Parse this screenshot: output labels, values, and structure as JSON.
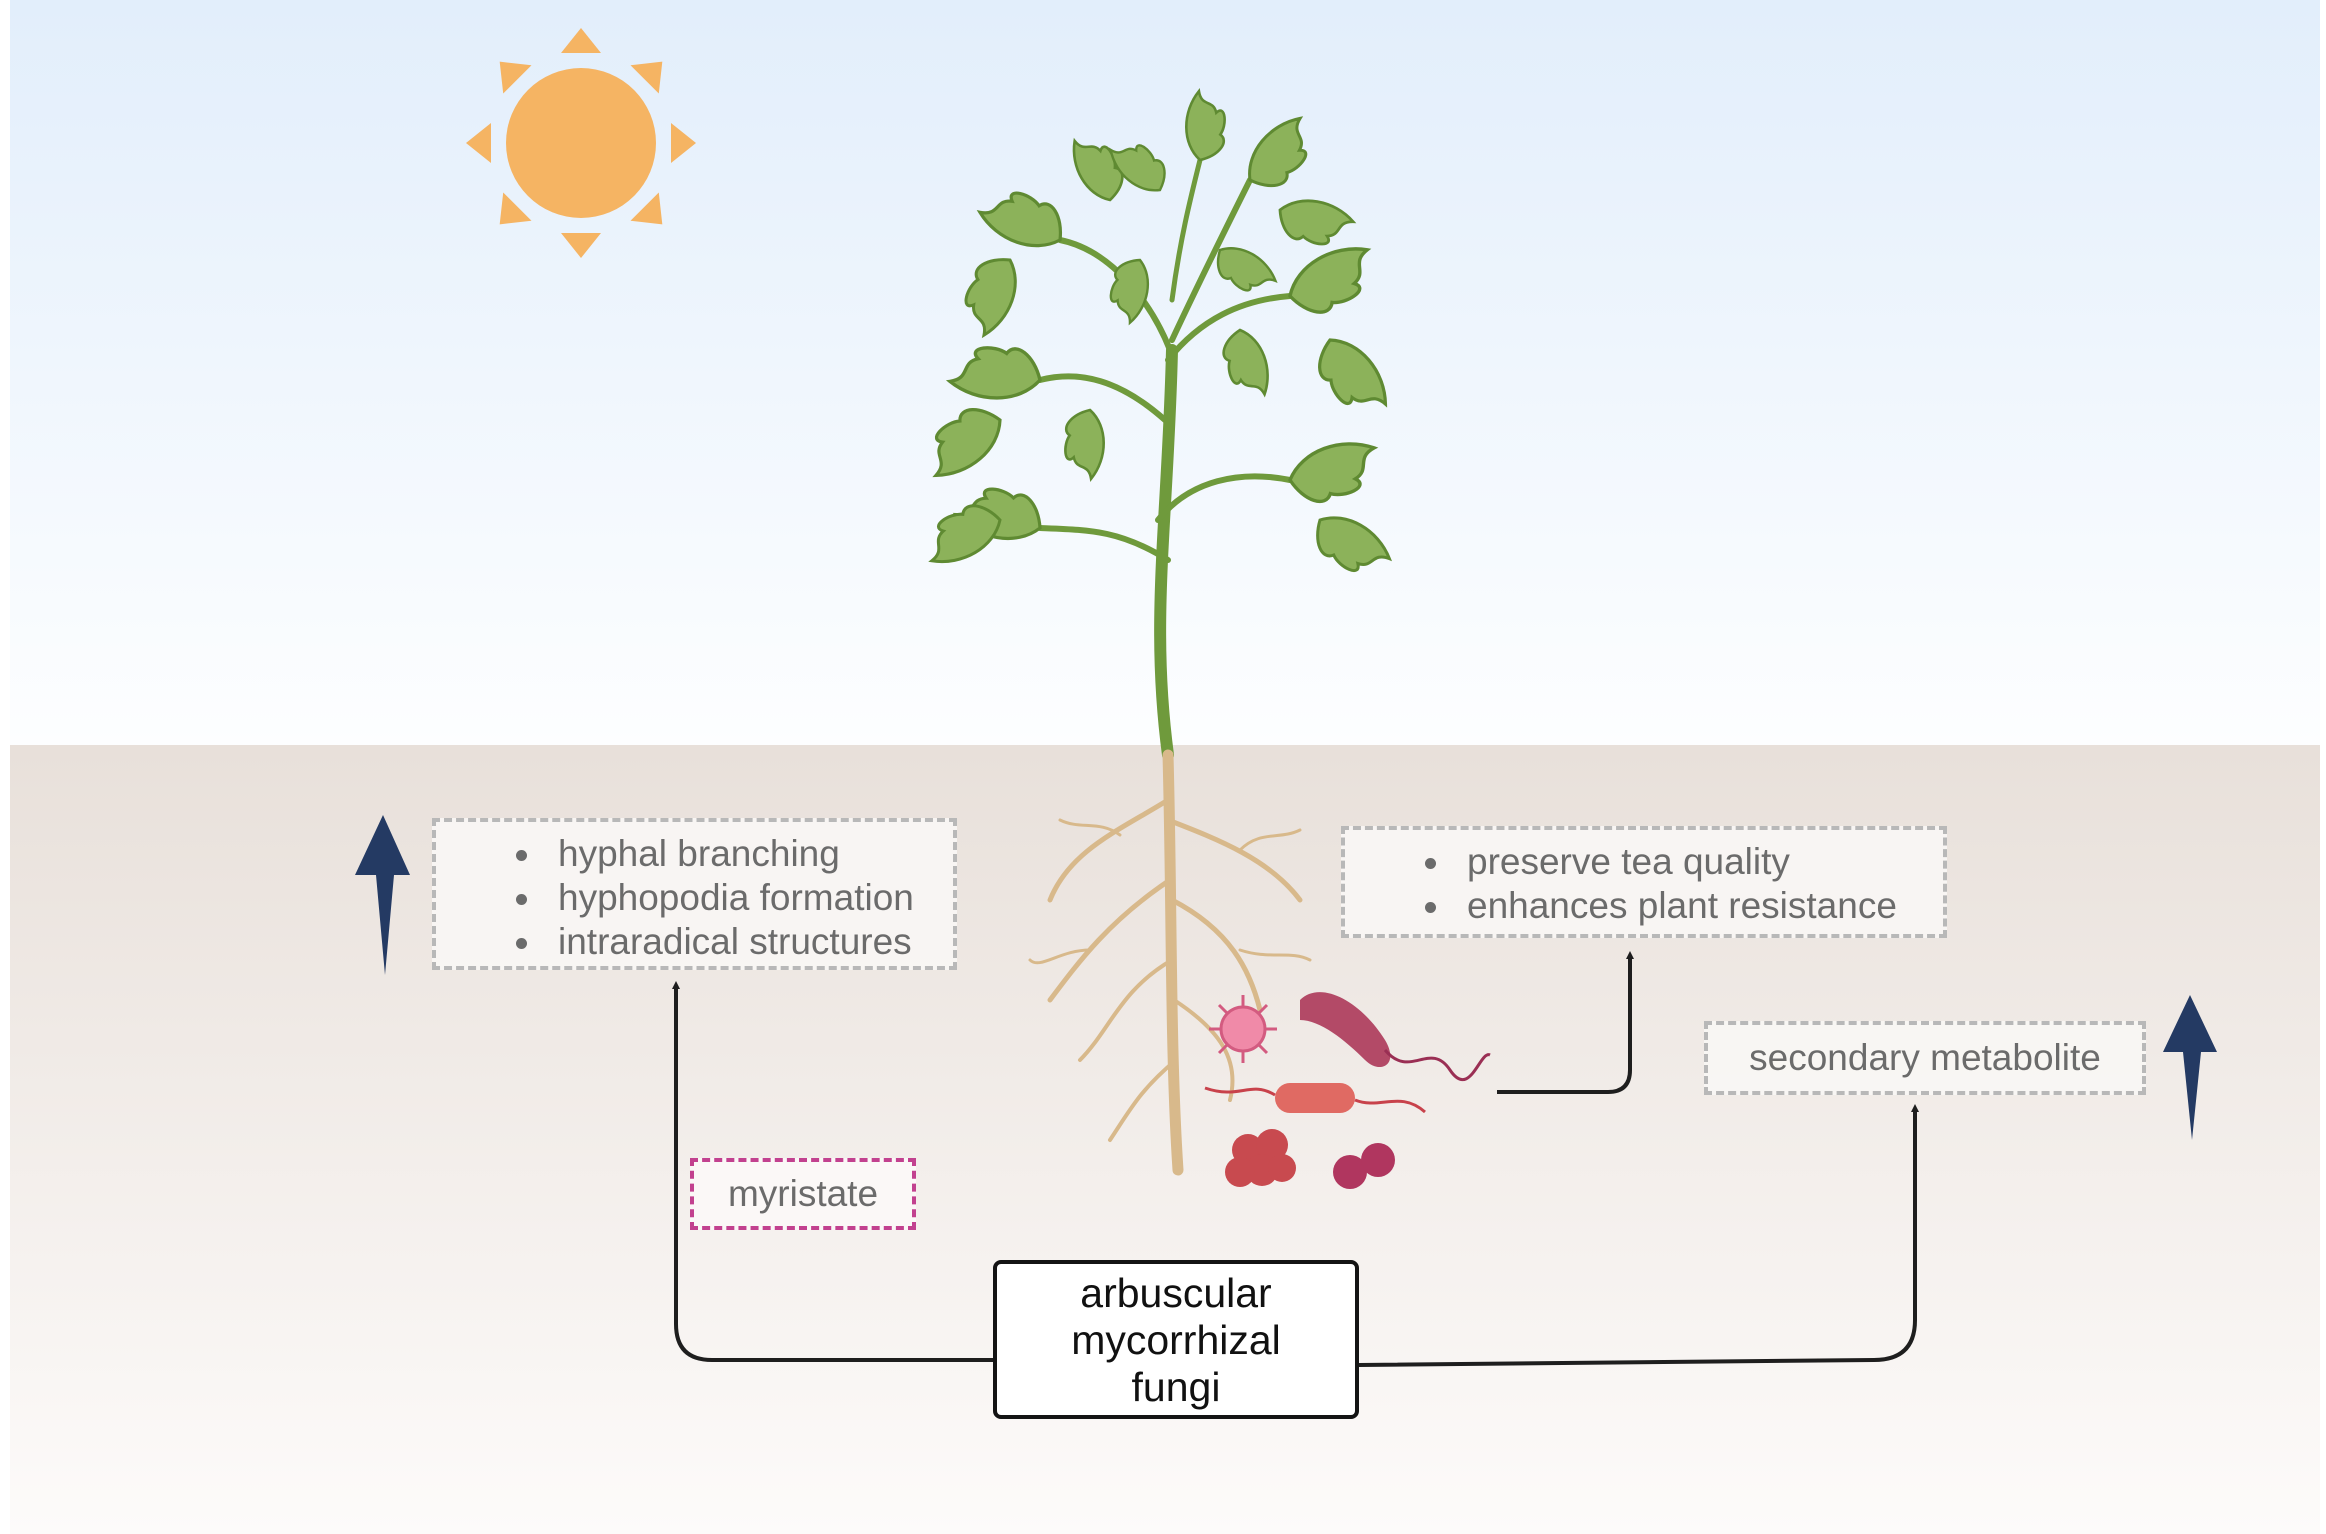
{
  "diagram": {
    "central_node": {
      "lines": [
        "arbuscular",
        "mycorrhizal",
        "fungi"
      ]
    },
    "effects_hyphae": {
      "trend": "increase",
      "items": [
        "hyphal branching",
        "hyphopodia formation",
        "intraradical structures"
      ]
    },
    "signal_label": "myristate",
    "benefits": {
      "items": [
        "preserve tea quality",
        "enhances plant resistance"
      ]
    },
    "secondary_metabolite": {
      "trend": "increase",
      "label": "secondary metabolite"
    },
    "colors": {
      "sky_top": "#e2eefb",
      "soil_top": "#e8e0da",
      "sun": "#f5b463",
      "increase_arrow": "#243a63",
      "myristate_border": "#c2418f",
      "connector": "#1e1e1e"
    },
    "icons": [
      "sun-icon",
      "plant-illustration",
      "root-system",
      "virus-icon",
      "bacterium-icon",
      "bacillus-icon",
      "cell-cluster-icon",
      "coccus-icon",
      "increase-arrow-icon"
    ]
  }
}
